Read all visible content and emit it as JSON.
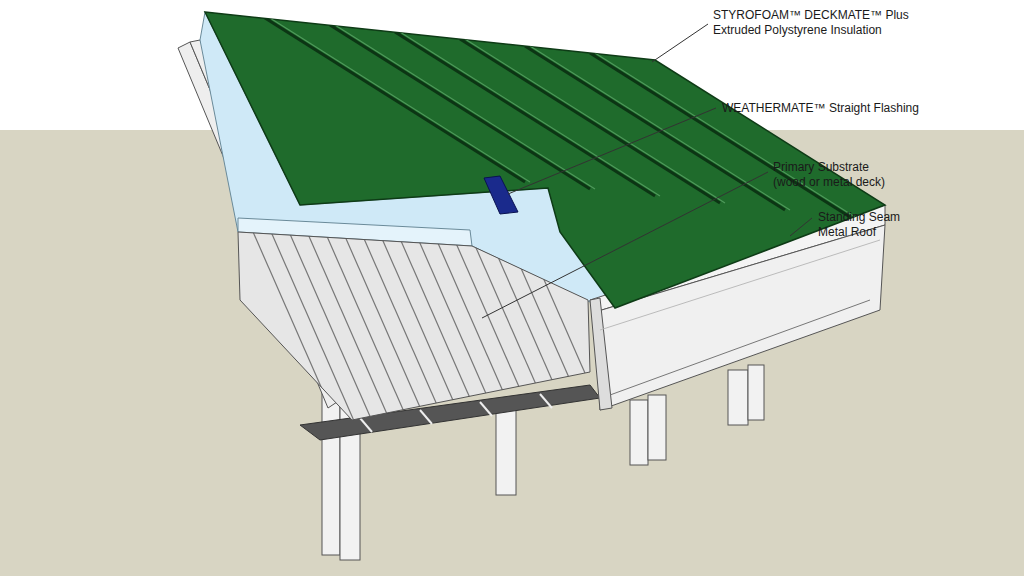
{
  "diagram": {
    "labels": [
      "STYROFOAM™ DECKMATE™ Plus Extruded Polystyrene Insulation",
      "WEATHERMATE™ Straight Flashing",
      "Primary Substrate (wood or metal deck)",
      "Standing Seam Metal Roof"
    ]
  }
}
